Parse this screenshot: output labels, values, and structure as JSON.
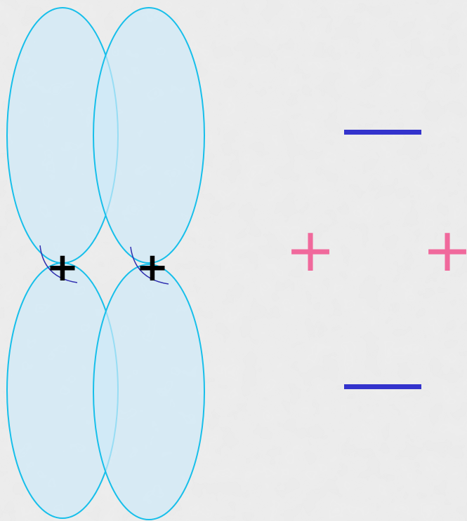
{
  "colors": {
    "background": "#e9e9e9",
    "lobe_fill": "#cfe9f8",
    "lobe_stroke": "#17bfea",
    "minus_bar": "#3333cc",
    "plus_pink": "#f0699c",
    "plus_black": "#000000",
    "arc": "#3030b0"
  },
  "diagram": {
    "lobes": [
      "lobe-upper-left",
      "lobe-upper-right",
      "lobe-lower-left",
      "lobe-lower-right"
    ],
    "nucleus_signs": [
      "+",
      "+"
    ],
    "right_signs": {
      "plus_left": "+",
      "plus_right": "+"
    },
    "minus_bars": [
      "top",
      "bottom"
    ]
  }
}
